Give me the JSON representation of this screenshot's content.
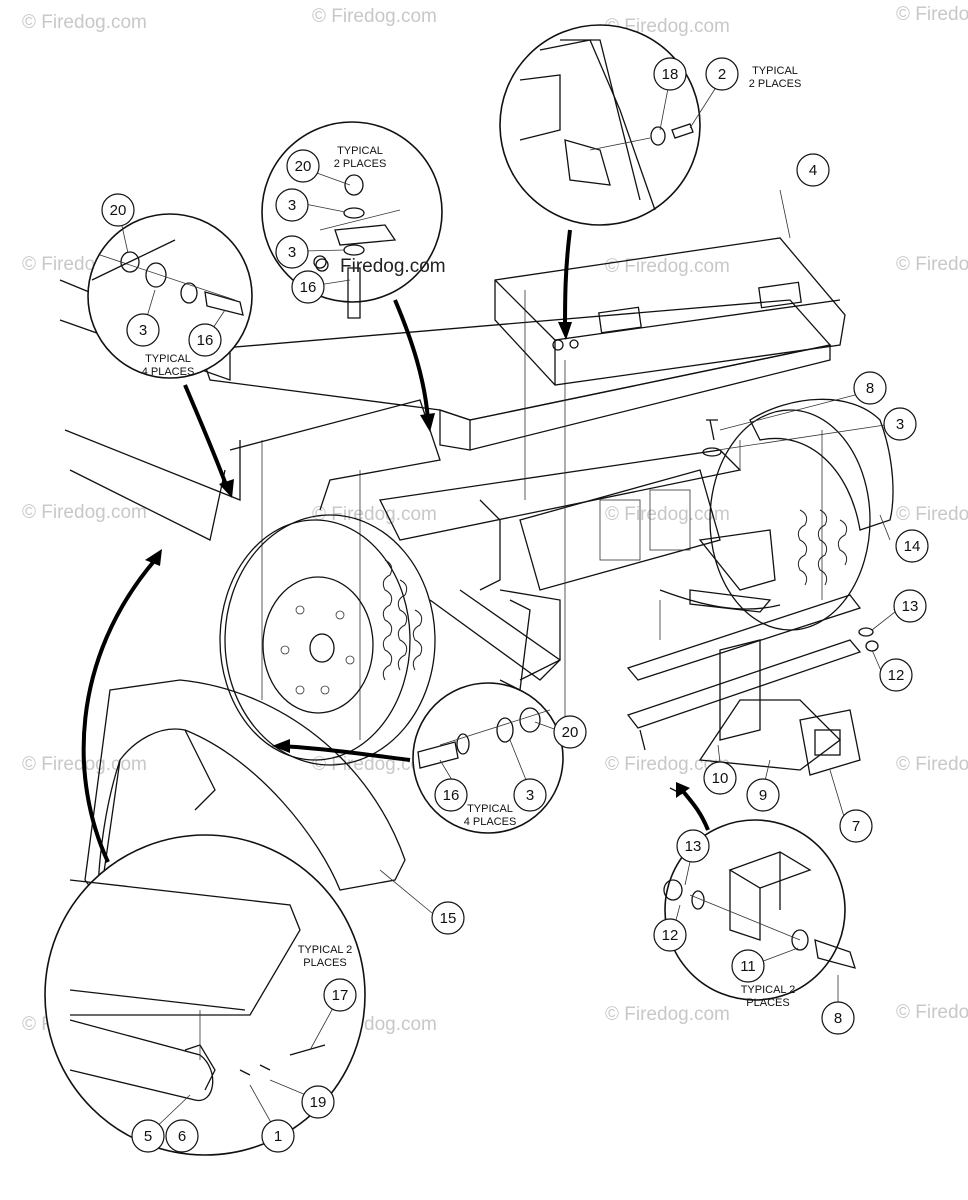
{
  "watermark": "© Firedog.com",
  "center_watermark": "Firedog.com",
  "callouts": {
    "n1": "1",
    "n2": "2",
    "n3": "3",
    "n4": "4",
    "n5": "5",
    "n6": "6",
    "n7": "7",
    "n8": "8",
    "n9": "9",
    "n10": "10",
    "n11": "11",
    "n12": "12",
    "n13": "13",
    "n14": "14",
    "n15": "15",
    "n16": "16",
    "n17": "17",
    "n18": "18",
    "n19": "19",
    "n20": "20"
  },
  "notes": {
    "typical_2": "TYPICAL",
    "places_2": "2 PLACES",
    "typical_4": "TYPICAL",
    "places_4": "4 PLACES",
    "typical_2_inline": "TYPICAL 2",
    "places": "PLACES"
  }
}
